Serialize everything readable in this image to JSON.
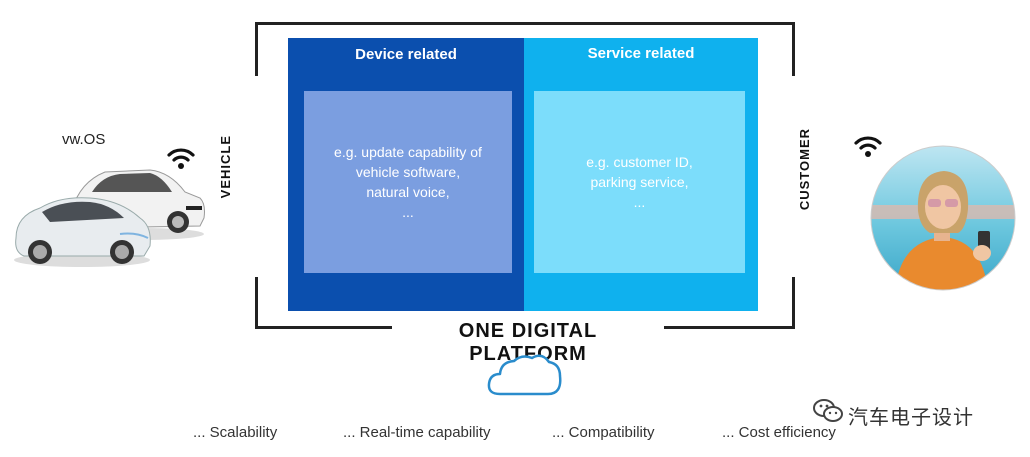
{
  "device_panel": {
    "title": "Device related",
    "lines": [
      "e.g. update capability of",
      "vehicle software,",
      "natural voice,",
      "..."
    ]
  },
  "service_panel": {
    "title": "Service related",
    "lines": [
      "e.g. customer ID,",
      "parking service,",
      "..."
    ]
  },
  "vehicle_label": "VEHICLE",
  "customer_label": "CUSTOMER",
  "vwos_label": "vw.OS",
  "platform_label": "ONE DIGITAL PLATFORM",
  "benefits": [
    "...  Scalability",
    "...  Real-time capability",
    "...  Compatibility",
    "...  Cost efficiency"
  ],
  "watermark": "汽车电子设计",
  "colors": {
    "device_outer": "#0b4fae",
    "device_inner": "#7b9ee0",
    "service_outer": "#0fb1ee",
    "service_inner": "#7cddfb",
    "frame": "#222222"
  }
}
